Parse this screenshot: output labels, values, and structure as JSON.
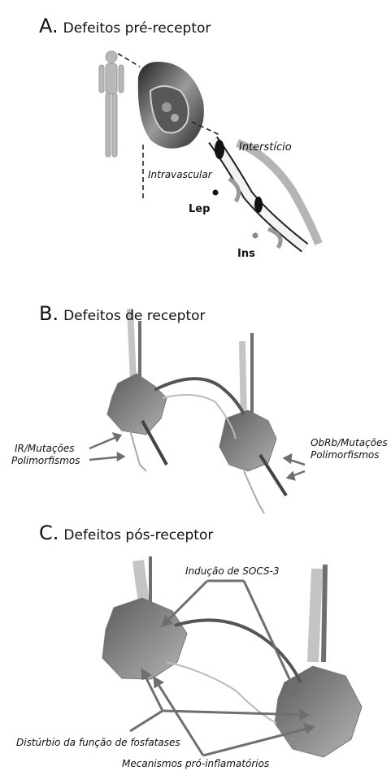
{
  "panel_a": {
    "letter": "A.",
    "title": "Defeitos pré-receptor",
    "label_intersticio": "Interstício",
    "label_intravascular": "Intravascular",
    "label_lep": "Lep",
    "label_ins": "Ins"
  },
  "panel_b": {
    "letter": "B.",
    "title": "Defeitos de receptor",
    "label_ir_line1": "IR/Mutações",
    "label_ir_line2": "Polimorfismos",
    "label_obrb_line1": "ObRb/Mutações",
    "label_obrb_line2": "Polimorfismos"
  },
  "panel_c": {
    "letter": "C.",
    "title": "Defeitos pós-receptor",
    "label_socs3": "Indução de SOCS-3",
    "label_fosfatases": "Distúrbio da função de fosfatases",
    "label_inflamatorios": "Mecanismos pró-inflamatórios"
  },
  "colors": {
    "neuron_dark": "#6e6e6e",
    "neuron_light": "#c4c4c4",
    "arrow": "#6f6f6f"
  }
}
